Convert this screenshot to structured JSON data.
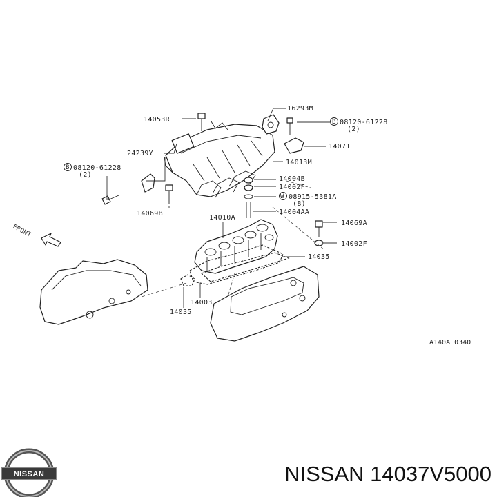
{
  "callouts": {
    "p14053R": "14053R",
    "p16293M": "16293M",
    "b08120_top": "08120-61228",
    "b08120_top_qty": "(2)",
    "p24239Y": "24239Y",
    "p14071": "14071",
    "p14013M": "14013M",
    "b08120_left": "08120-61228",
    "b08120_left_qty": "(2)",
    "p14004B": "14004B",
    "p14002F_top": "14002F",
    "w08915": "08915-5381A",
    "w08915_qty": "(8)",
    "p14069B": "14069B",
    "p14004AA": "14004AA",
    "p14010A": "14010A",
    "p14069A": "14069A",
    "p14002F_right": "14002F",
    "p14035_right": "14035",
    "p14003": "14003",
    "p14035_left": "14035"
  },
  "circle_marks": {
    "b": "B",
    "w": "W"
  },
  "front_label": "FRONT",
  "diagram_code": "A140A 0340",
  "brand": {
    "logo_text": "NISSAN",
    "part_title": "NISSAN 14037V5000"
  }
}
